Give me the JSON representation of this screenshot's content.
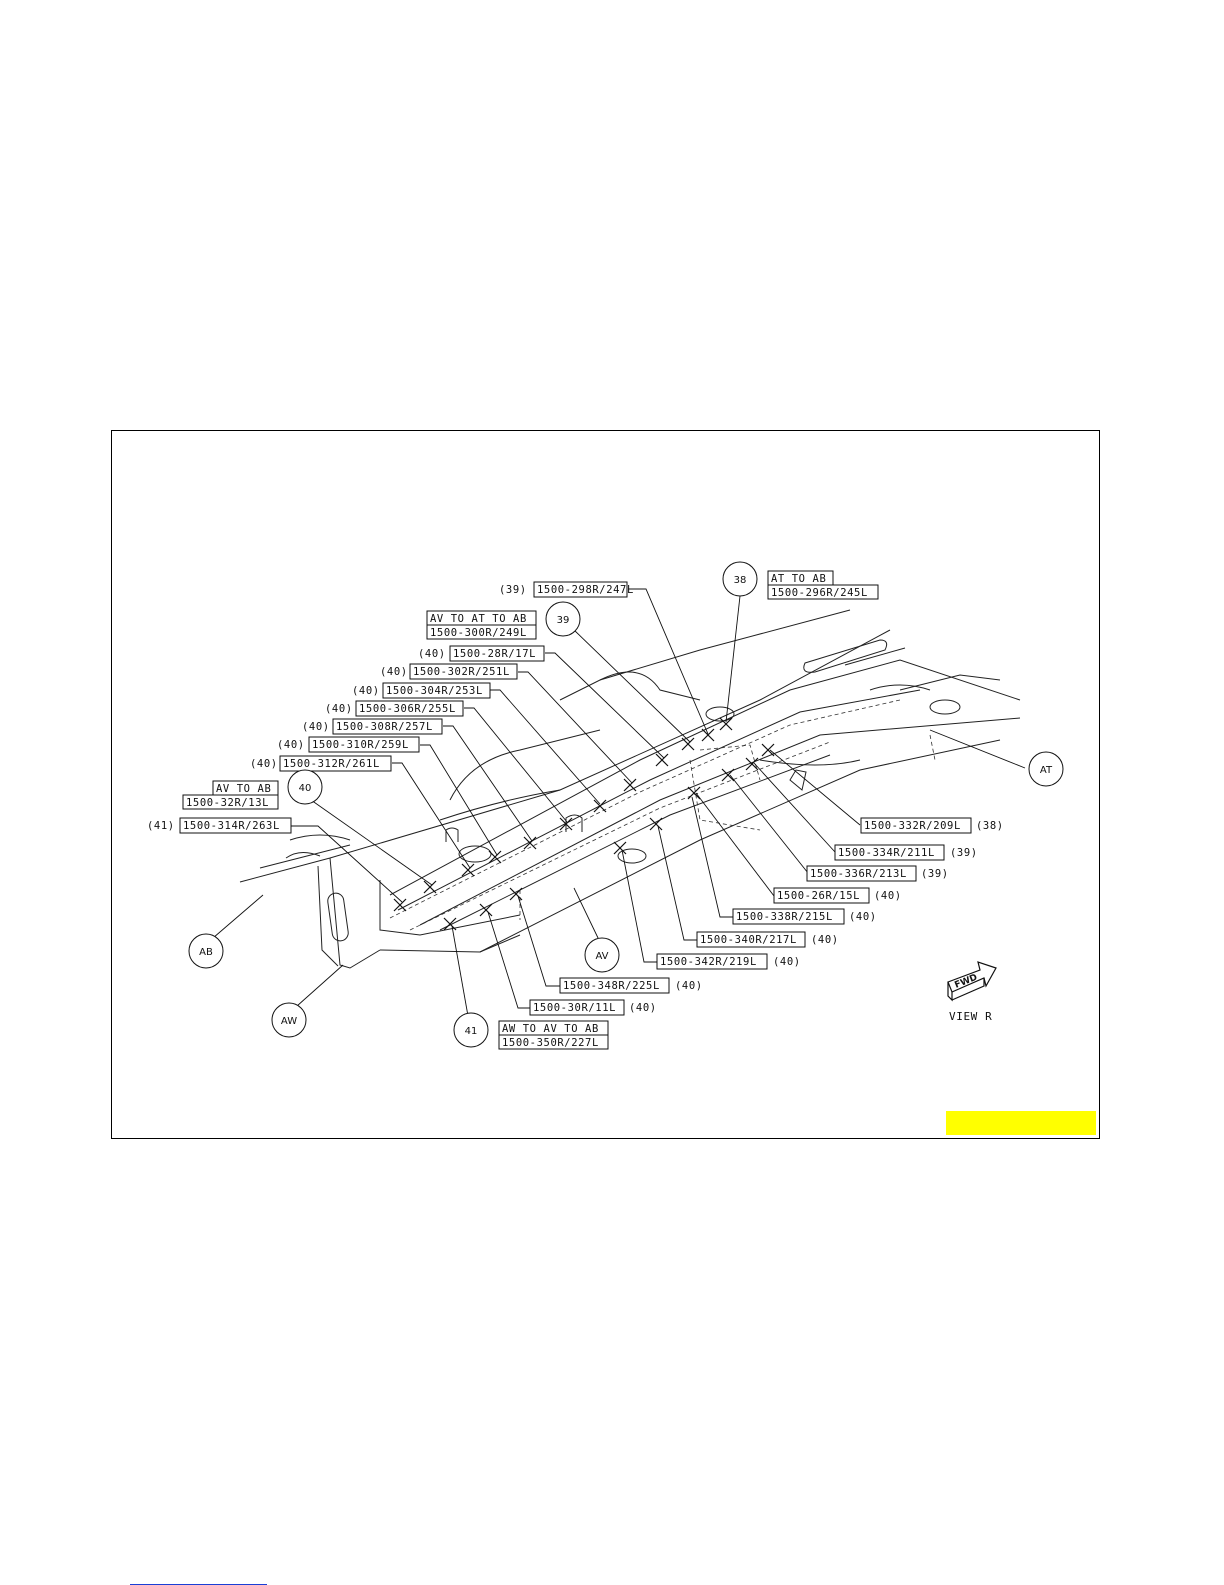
{
  "colors": {
    "highlight": "#ffff00",
    "ink": "#111111",
    "footer_line": "#1a3fd6"
  },
  "diagram": {
    "view_label": "VIEW R",
    "fwd_label": "FWD",
    "part_circles": [
      "AB",
      "AW",
      "AV",
      "AT"
    ],
    "step_circles": [
      "38",
      "39",
      "40",
      "41"
    ],
    "group_labels": {
      "g38": "AT TO AB",
      "g39": "AV TO AT TO AB",
      "g40": "AV TO AB",
      "g41": "AW TO AV TO AB"
    },
    "group_codes": {
      "g38": "1500-296R/245L",
      "g39": "1500-300R/249L",
      "g40": "1500-32R/13L",
      "g41": "1500-350R/227L"
    },
    "left_callouts": [
      {
        "step": "(39)",
        "code": "1500-298R/247L"
      },
      {
        "step": "(40)",
        "code": "1500-28R/17L"
      },
      {
        "step": "(40)",
        "code": "1500-302R/251L"
      },
      {
        "step": "(40)",
        "code": "1500-304R/253L"
      },
      {
        "step": "(40)",
        "code": "1500-306R/255L"
      },
      {
        "step": "(40)",
        "code": "1500-308R/257L"
      },
      {
        "step": "(40)",
        "code": "1500-310R/259L"
      },
      {
        "step": "(40)",
        "code": "1500-312R/261L"
      },
      {
        "step": "(41)",
        "code": "1500-314R/263L"
      }
    ],
    "right_callouts": [
      {
        "step": "(38)",
        "code": "1500-332R/209L"
      },
      {
        "step": "(39)",
        "code": "1500-334R/211L"
      },
      {
        "step": "(39)",
        "code": "1500-336R/213L"
      },
      {
        "step": "(40)",
        "code": "1500-26R/15L"
      },
      {
        "step": "(40)",
        "code": "1500-338R/215L"
      },
      {
        "step": "(40)",
        "code": "1500-340R/217L"
      },
      {
        "step": "(40)",
        "code": "1500-342R/219L"
      },
      {
        "step": "(40)",
        "code": "1500-348R/225L"
      },
      {
        "step": "(40)",
        "code": "1500-30R/11L"
      }
    ]
  }
}
